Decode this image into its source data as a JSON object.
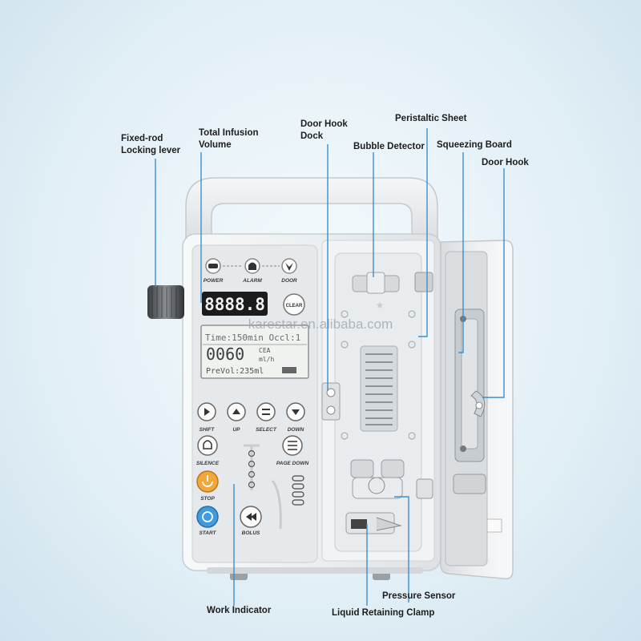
{
  "callouts": {
    "fixed_rod": "Fixed-rod\nLocking lever",
    "total_volume": "Total Infusion\nVolume",
    "door_hook_dock": "Door Hook\n Dock",
    "peristaltic_sheet": "Peristaltic Sheet",
    "bubble_detector": "Bubble Detector",
    "squeezing_board": "Squeezing Board",
    "door_hook": "Door Hook",
    "work_indicator": "Work Indicator",
    "pressure_sensor": "Pressure Sensor",
    "liquid_clamp": "Liquid Retaining Clamp"
  },
  "panel": {
    "indicators": {
      "power": "POWER",
      "alarm": "ALARM",
      "door": "DOOR"
    },
    "led_readout": "8888.8",
    "clear_label": "CLEAR",
    "lcd": {
      "line1": "Time:150min  Occl:1",
      "big_value": "0060",
      "unit_top": "CEA",
      "unit_bottom": "ml/h",
      "line3": "PreVol:235ml"
    },
    "buttons": {
      "shift": "SHIFT",
      "up": "UP",
      "select": "SELECT",
      "down": "DOWN",
      "silence": "SILENCE",
      "page_down": "PAGE DOWN",
      "stop": "STOP",
      "start": "START",
      "bolus": "BOLUS"
    }
  },
  "watermark": "karestar.en.alibaba.com",
  "colors": {
    "body": "#eef1f3",
    "panel": "#e3e7ea",
    "led_bg": "#1c1c1c",
    "lcd_bg": "#f2f4f2",
    "stop_orange": "#f3a73a",
    "start_blue": "#3e9be0",
    "callout_line": "#3b8fd0"
  }
}
